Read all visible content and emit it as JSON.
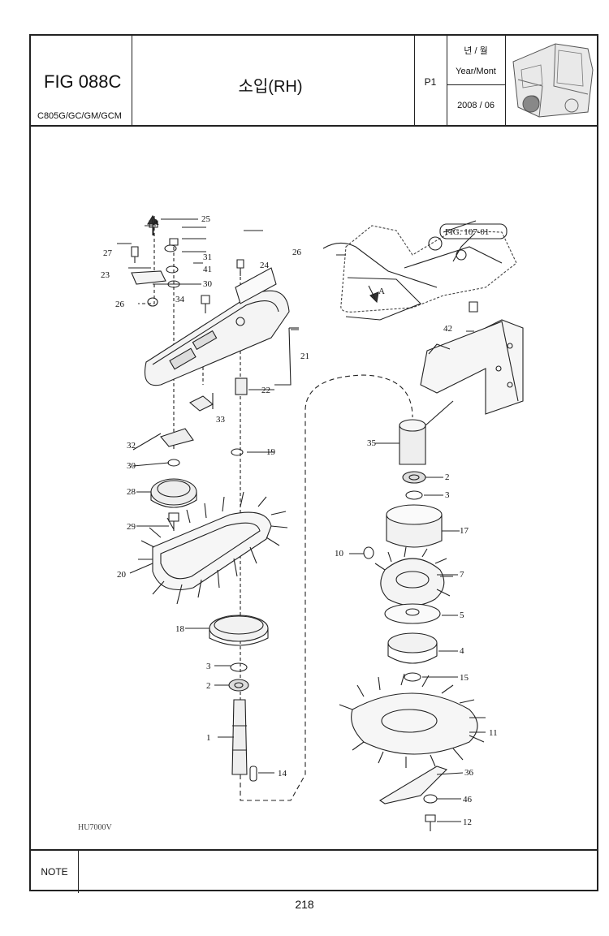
{
  "header": {
    "fig_code": "FIG 088C",
    "models": "C805G/GC/GM/GCM",
    "title": "소입(RH)",
    "page_code": "P1",
    "year_month_ko": "년 / 월",
    "year_month_en": "Year/Mont",
    "date": "2008 / 06"
  },
  "diagram": {
    "reference_fig": "FIG. 107-01",
    "arrow_label": "A",
    "drawing_code": "HU7000V",
    "left_callouts": [
      "25",
      "27",
      "31",
      "41",
      "23",
      "30",
      "24",
      "26",
      "34",
      "21",
      "22",
      "33",
      "32",
      "30",
      "19",
      "28",
      "29",
      "20",
      "18",
      "3",
      "2",
      "1",
      "14"
    ],
    "right_callouts": [
      "26",
      "42",
      "35",
      "2",
      "3",
      "17",
      "10",
      "7",
      "5",
      "4",
      "15",
      "11",
      "36",
      "46",
      "12"
    ]
  },
  "footer": {
    "note_label": "NOTE",
    "page_number": "218"
  }
}
